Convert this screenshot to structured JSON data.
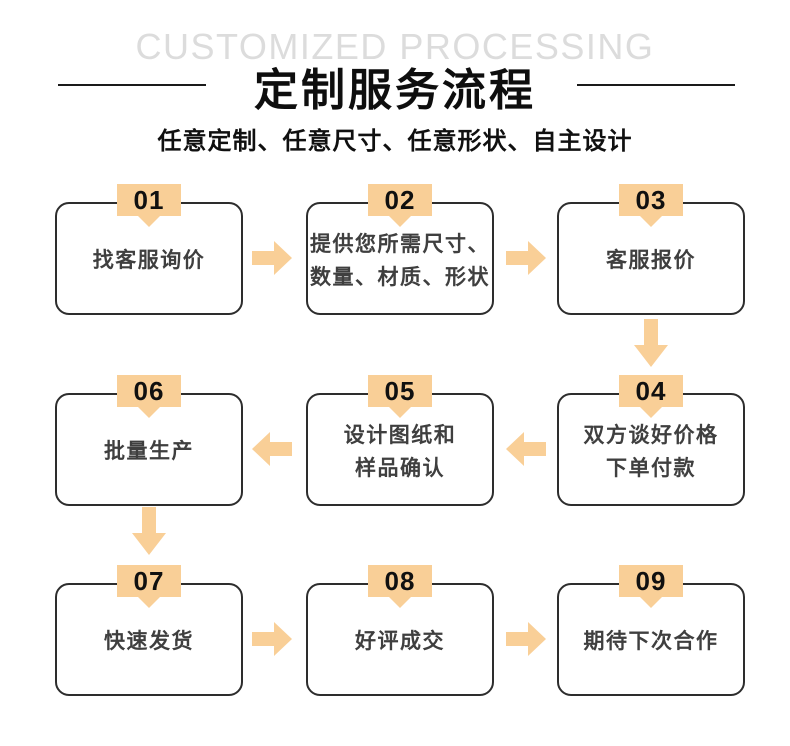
{
  "header": {
    "background_text": "CUSTOMIZED PROCESSING",
    "title": "定制服务流程",
    "subtitle": "任意定制、任意尺寸、任意形状、自主设计"
  },
  "steps": [
    {
      "number": "01",
      "label": "找客服询价"
    },
    {
      "number": "02",
      "label": "提供您所需尺寸、\n数量、材质、形状"
    },
    {
      "number": "03",
      "label": "客服报价"
    },
    {
      "number": "04",
      "label": "双方谈好价格\n下单付款"
    },
    {
      "number": "05",
      "label": "设计图纸和\n样品确认"
    },
    {
      "number": "06",
      "label": "批量生产"
    },
    {
      "number": "07",
      "label": "快速发货"
    },
    {
      "number": "08",
      "label": "好评成交"
    },
    {
      "number": "09",
      "label": "期待下次合作"
    }
  ],
  "colors": {
    "accent": "#F9CF97",
    "box_border": "#2D2D2D",
    "label_text": "#3F3F3F",
    "ghost_text": "#DCDCDC"
  }
}
